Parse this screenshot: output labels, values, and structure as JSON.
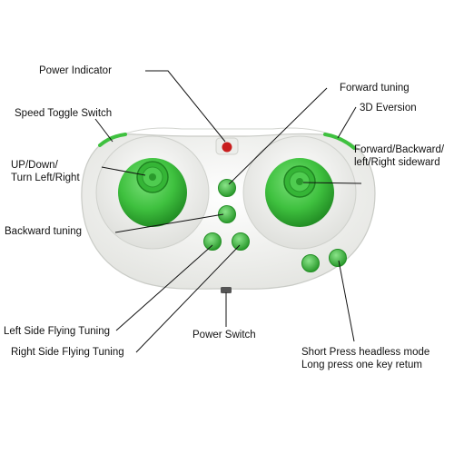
{
  "labels": {
    "power_indicator": "Power Indicator",
    "forward_tuning": "Forward tuning",
    "speed_toggle_switch": "Speed Toggle Switch",
    "eversion_3d": "3D Eversion",
    "left_stick": [
      "UP/Down/",
      "Turn Left/Right"
    ],
    "right_stick": [
      "Forward/Backward/",
      "left/Right sideward"
    ],
    "backward_tuning": "Backward tuning",
    "left_side_flying_tuning": "Left Side Flying Tuning",
    "power_switch": "Power Switch",
    "right_side_flying_tuning": "Right Side Flying Tuning",
    "headless_mode": [
      "Short Press headless mode",
      "Long press one key retum"
    ]
  },
  "colors": {
    "body": "#f3f4f1",
    "body_edge": "#c9cbc6",
    "green": "#3fc13f",
    "green_dark": "#2a9a2c",
    "indicator_red": "#c81d1d",
    "leader": "#111111"
  }
}
